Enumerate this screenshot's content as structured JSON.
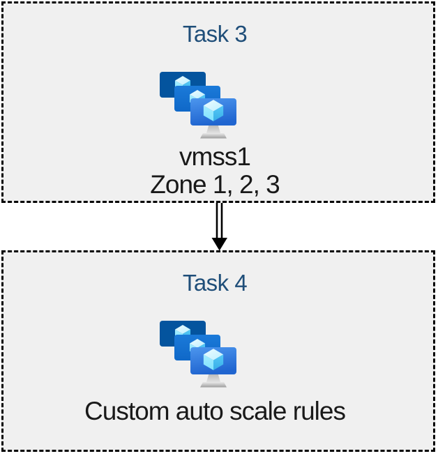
{
  "diagram": {
    "background": "#ffffff",
    "boxes": [
      {
        "title": "Task 3",
        "icon": "vmss-icon",
        "lines": [
          "vmss1",
          "Zone 1, 2, 3"
        ]
      },
      {
        "title": "Task 4",
        "icon": "vmss-icon",
        "lines": [
          "Custom auto scale rules"
        ]
      }
    ],
    "connector": {
      "style": "double-line-arrow",
      "direction": "down"
    },
    "colors": {
      "box_background": "#f0f0f0",
      "box_border": "#000000",
      "title_text": "#1f4e79",
      "body_text": "#191919",
      "icon_monitor_back": "#04549e",
      "icon_monitor_middle": "#1170d2",
      "icon_monitor_front_start": "#4c96ee",
      "icon_monitor_front_end": "#2065d0",
      "icon_cube_top": "#ddf6ff",
      "icon_cube_left": "#95e9ff",
      "icon_cube_right": "#49bdf1",
      "icon_stand_light": "#e9e9e9",
      "icon_stand_dark": "#9e9e9e"
    }
  }
}
